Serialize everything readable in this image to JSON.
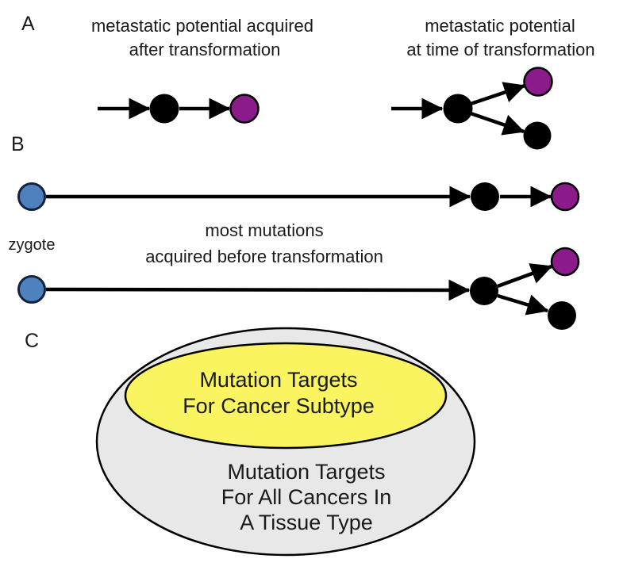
{
  "colors": {
    "background": "#ffffff",
    "node_black": "#000000",
    "node_purple": "#8B1A8B",
    "node_blue": "#4F81BD",
    "ellipse_grey": "#E8E8E8",
    "ellipse_yellow": "#F9F45F",
    "arrow_line": "#000000",
    "text": "#1A1A1A"
  },
  "panel_a": {
    "label": "A",
    "left_title_line1": "metastatic potential acquired",
    "left_title_line2": "after transformation",
    "right_title_line1": "metastatic potential",
    "right_title_line2": "at time of transformation"
  },
  "panel_b": {
    "label": "B",
    "zygote_label": "zygote",
    "center_text_line1": "most mutations",
    "center_text_line2": "acquired before transformation"
  },
  "panel_c": {
    "label": "C",
    "inner_ellipse_line1": "Mutation Targets",
    "inner_ellipse_line2": "For Cancer Subtype",
    "outer_ellipse_line1": "Mutation Targets",
    "outer_ellipse_line2": "For All Cancers In",
    "outer_ellipse_line3": "A Tissue Type"
  }
}
